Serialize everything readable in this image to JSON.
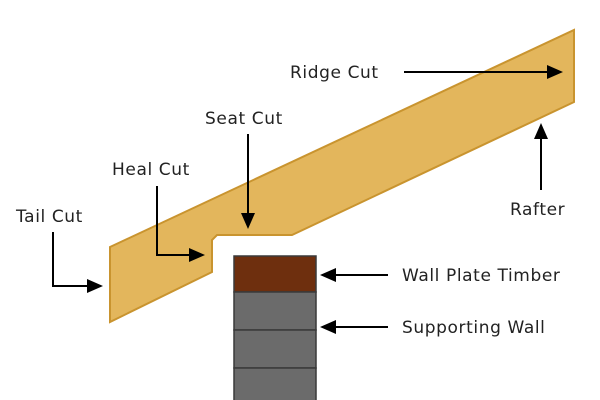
{
  "labels": {
    "ridge_cut": "Ridge Cut",
    "seat_cut": "Seat Cut",
    "heal_cut": "Heal Cut",
    "tail_cut": "Tail Cut",
    "rafter": "Rafter",
    "wall_plate_timber": "Wall Plate Timber",
    "supporting_wall": "Supporting Wall"
  },
  "colors": {
    "rafter_fill": "#E3B65C",
    "rafter_stroke": "#C9942F",
    "wall_plate_fill": "#6E2F0E",
    "wall_fill": "#6B6B6B",
    "wall_stroke": "#3A3A3A",
    "arrow": "#000000"
  }
}
